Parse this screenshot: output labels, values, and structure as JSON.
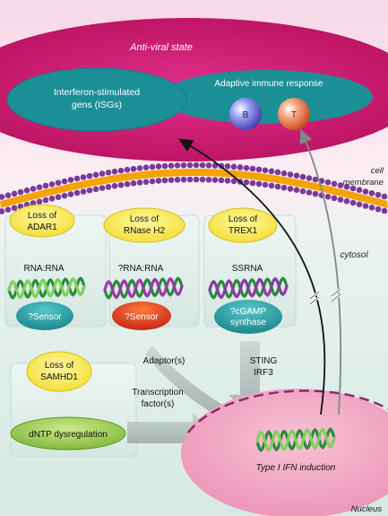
{
  "top_region": {
    "state_label": "Anti-viral state",
    "isg_label_line1": "Interferon-stimulated",
    "isg_label_line2": "gens (ISGs)",
    "adaptive_label": "Adaptive immune response",
    "b_cell": "B",
    "t_cell": "T"
  },
  "membrane": {
    "label_line1": "cell",
    "label_line2": "membrane",
    "cytosol_label": "cytosol"
  },
  "panels": [
    {
      "loss_line1": "Loss of",
      "loss_line2": "ADAR1",
      "nucleic_acid": "RNA:RNA",
      "sensor_line1": "?Sensor",
      "sensor_line2": "",
      "sensor_color": "#1a9aa0"
    },
    {
      "loss_line1": "Loss of",
      "loss_line2": "RNase H2",
      "nucleic_acid": "?RNA:RNA",
      "sensor_line1": "?Sensor",
      "sensor_line2": "",
      "sensor_color": "#d42a10"
    },
    {
      "loss_line1": "Loss of",
      "loss_line2": "TREX1",
      "nucleic_acid": "SSRNA",
      "sensor_line1": "?cGAMP",
      "sensor_line2": "synthase",
      "sensor_color": "#1a9aa0"
    }
  ],
  "samhd1": {
    "loss_line1": "Loss of",
    "loss_line2": "SAMHD1",
    "dntp_label": "dNTP dysregulation"
  },
  "signaling": {
    "adaptor": "Adaptor(s)",
    "sting": "STING",
    "irf3": "IRF3",
    "tf_line1": "Transcription",
    "tf_line2": "factor(s)"
  },
  "nucleus": {
    "ifn_label": "Type I IFN induction",
    "label": "Nucleus"
  },
  "colors": {
    "antiviral_magenta": "#c8186a",
    "isg_teal": "#1b8f96",
    "loss_yellow": "#f7e84a",
    "membrane_orange": "#f4a300",
    "membrane_purple": "#7a3a9a",
    "nucleus_pink": "#f3aac3",
    "dntp_green": "#8cc63f"
  }
}
